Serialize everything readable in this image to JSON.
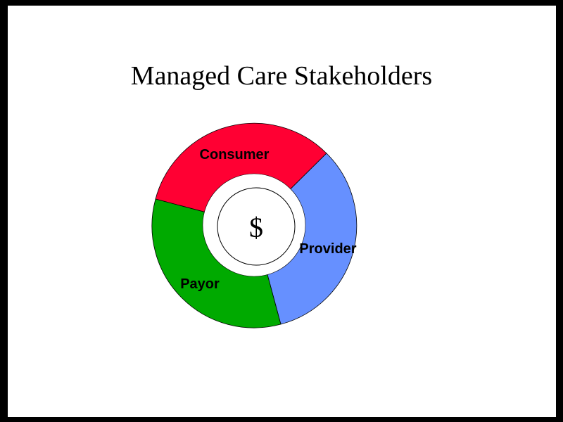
{
  "slide": {
    "title": "Managed Care Stakeholders",
    "center_label": "$",
    "segments": [
      {
        "label": "Consumer",
        "color": "#FF0033"
      },
      {
        "label": "Provider",
        "color": "#6690FF"
      },
      {
        "label": "Payor",
        "color": "#00AA00"
      }
    ]
  }
}
